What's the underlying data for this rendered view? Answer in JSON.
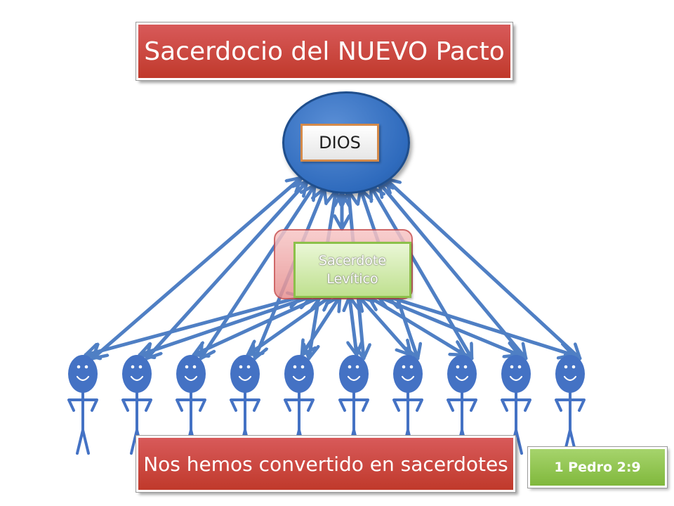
{
  "title": "Sacerdocio del NUEVO Pacto",
  "top_node": {
    "label": "DIOS"
  },
  "middle_node": {
    "line1": "Sacerdote",
    "line2": "Levítico"
  },
  "bottom_caption": "Nos hemos convertido en sacerdotes",
  "reference": "1 Pedro 2:9",
  "colors": {
    "banner_red": "#c0392b",
    "dios_blue": "#2f6bbd",
    "arrow_blue": "#4f7fc4",
    "figure_blue": "#4472c4",
    "green": "#80b83c"
  },
  "people_count": 10
}
